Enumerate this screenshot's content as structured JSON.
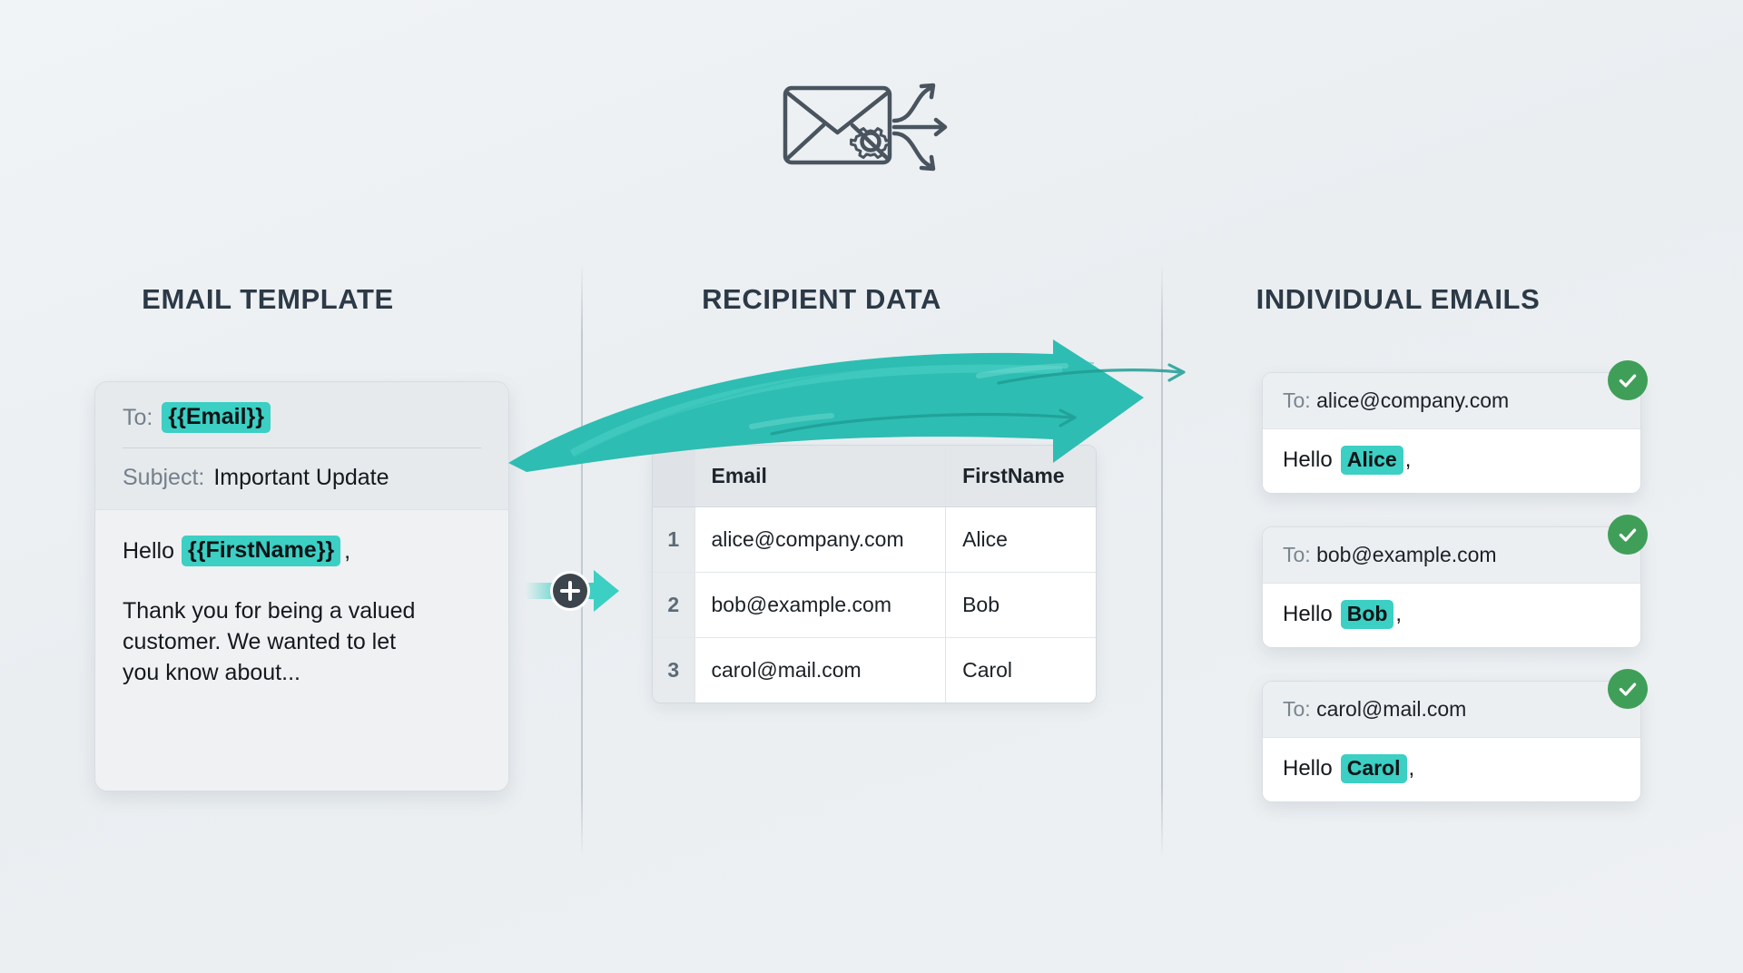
{
  "hero": {
    "icon": "envelope-gear-distribute-icon"
  },
  "columns": {
    "template_title": "EMAIL TEMPLATE",
    "data_title": "RECIPIENT DATA",
    "emails_title": "INDIVIDUAL EMAILS"
  },
  "template": {
    "to_label": "To:",
    "to_value": "{{Email}}",
    "subject_label": "Subject:",
    "subject_value": "Important Update",
    "greeting_label": "Hello",
    "greeting_token": "{{FirstName}}",
    "greeting_comma": ",",
    "body": "Thank you for being a valued customer. We wanted to let you know about..."
  },
  "connector": {
    "icon": "plus-merge-icon",
    "arrow": "arrow-right-icon"
  },
  "flow_arrow": {
    "icon": "curved-merge-arrow-icon"
  },
  "table": {
    "index_header": "",
    "headers": [
      "Email",
      "FirstName"
    ],
    "rows": [
      {
        "index": "1",
        "email": "alice@company.com",
        "firstname": "Alice"
      },
      {
        "index": "2",
        "email": "bob@example.com",
        "firstname": "Bob"
      },
      {
        "index": "3",
        "email": "carol@mail.com",
        "firstname": "Carol"
      }
    ]
  },
  "outputs": [
    {
      "to_label": "To:",
      "to_value": "alice@company.com",
      "greeting_label": "Hello",
      "name": "Alice",
      "comma": ",",
      "status": "sent-check-icon"
    },
    {
      "to_label": "To:",
      "to_value": "bob@example.com",
      "greeting_label": "Hello",
      "name": "Bob",
      "comma": ",",
      "status": "sent-check-icon"
    },
    {
      "to_label": "To:",
      "to_value": "carol@mail.com",
      "greeting_label": "Hello",
      "name": "Carol",
      "comma": ",",
      "status": "sent-check-icon"
    }
  ],
  "colors": {
    "accent_teal": "#3ccfc3",
    "arrow_teal": "#2ebdb2",
    "heading": "#2c3946",
    "success_green": "#3f9f58",
    "background": "#eef1f4"
  }
}
